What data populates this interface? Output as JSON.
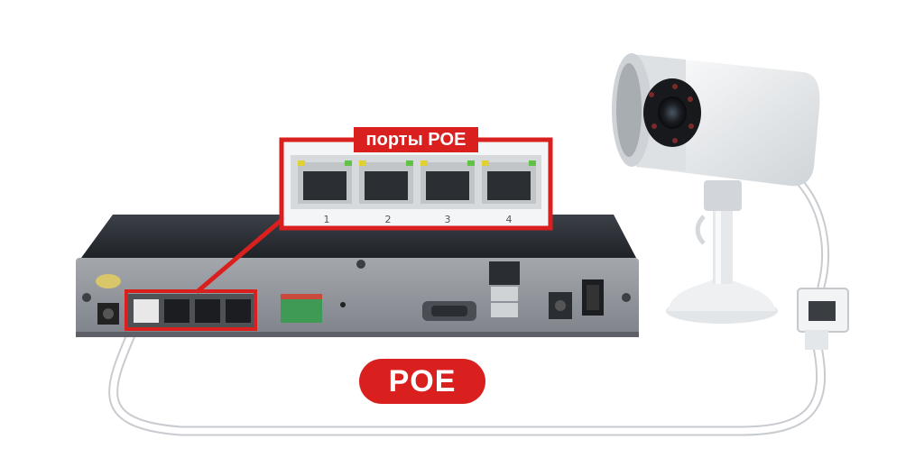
{
  "callout": {
    "title": "порты POE",
    "port_numbers": [
      "1",
      "2",
      "3",
      "4"
    ]
  },
  "cable_label": "POE",
  "colors": {
    "accent": "#d9201f",
    "nvr_body": "#2e3238",
    "panel": "#8d9197",
    "camera": "#eceff1"
  },
  "icons": [
    "nvr-device",
    "ip-camera",
    "ethernet-port",
    "vga-port",
    "usb-port",
    "power-switch",
    "poe-injector",
    "network-cable"
  ]
}
